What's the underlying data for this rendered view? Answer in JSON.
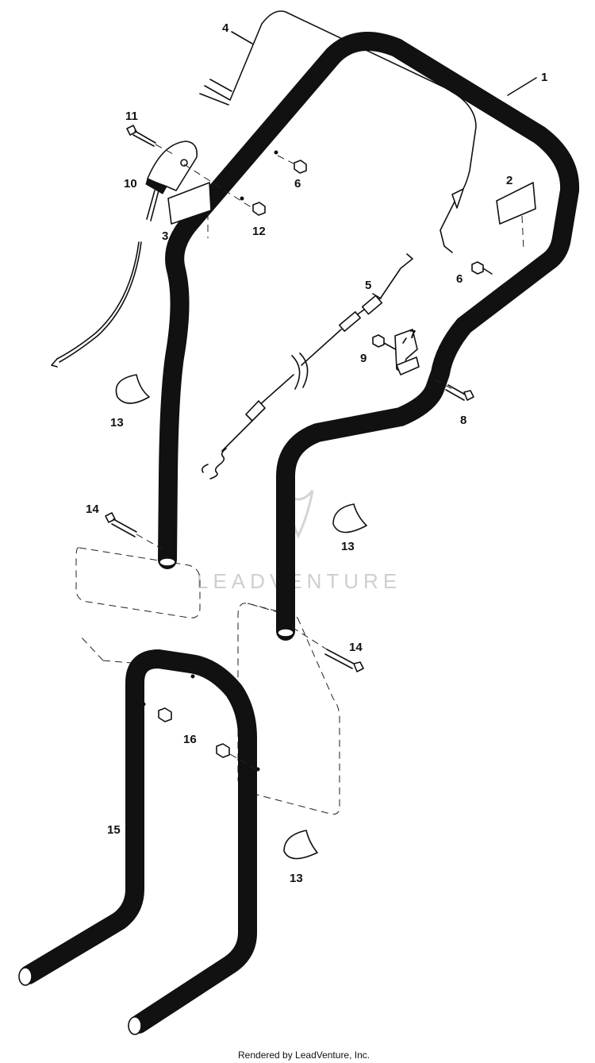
{
  "callouts": {
    "p1": "1",
    "p2": "2",
    "p3": "3",
    "p4": "4",
    "p5": "5",
    "p6a": "6",
    "p6b": "6",
    "p7": "7",
    "p8": "8",
    "p9": "9",
    "p10": "10",
    "p11": "11",
    "p12": "12",
    "p13a": "13",
    "p13b": "13",
    "p13c": "13",
    "p14a": "14",
    "p14b": "14",
    "p15": "15",
    "p16": "16"
  },
  "watermark": "LEADVENTURE",
  "footer": "Rendered by LeadVenture, Inc."
}
